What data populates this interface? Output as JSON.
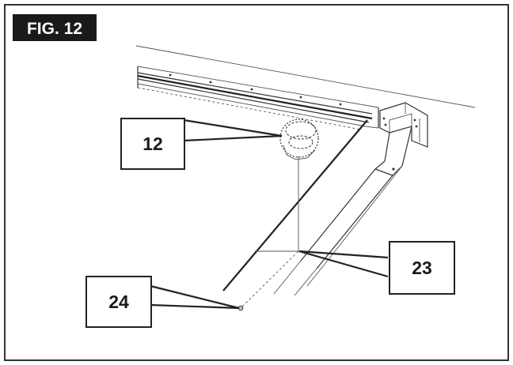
{
  "figure": {
    "tag": "FIG. 12"
  },
  "callouts": [
    {
      "id": "c12",
      "label": "12"
    },
    {
      "id": "c23",
      "label": "23"
    },
    {
      "id": "c24",
      "label": "24"
    }
  ],
  "colors": {
    "frame": "#333333",
    "tag_background": "#1a1a1a",
    "tag_text": "#ffffff",
    "line_art": "#333333"
  }
}
